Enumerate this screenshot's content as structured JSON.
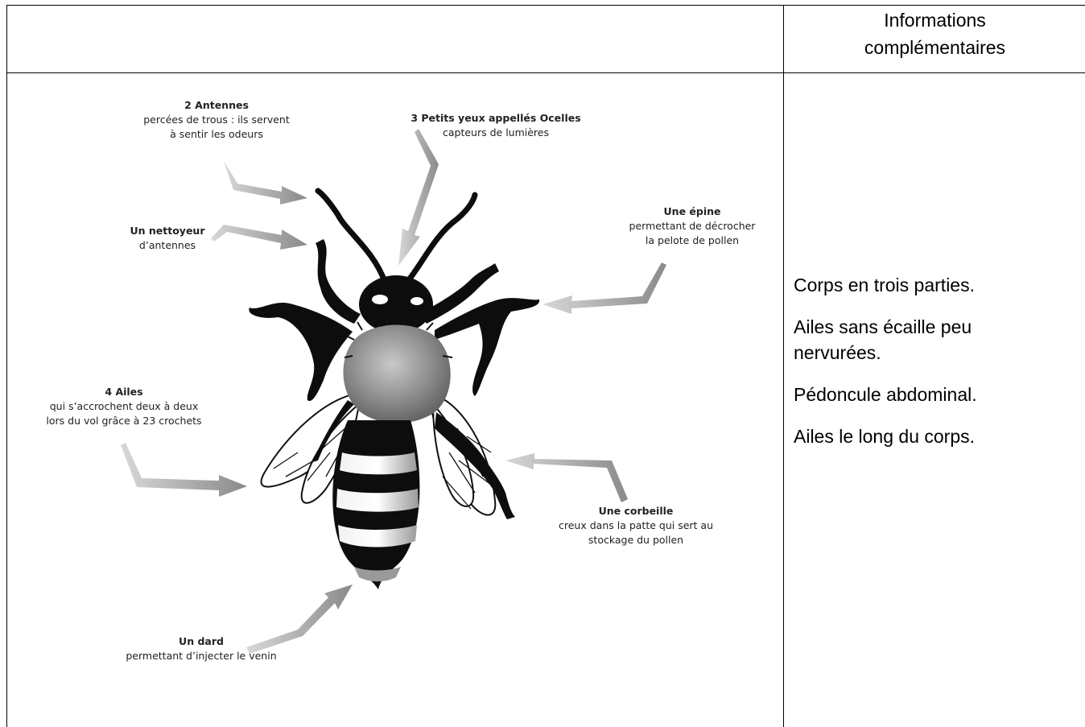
{
  "header": {
    "right_title_line1": "Informations",
    "right_title_line2": "complémentaires"
  },
  "diagram": {
    "labels": {
      "antennes": {
        "title": "2 Antennes",
        "line1": "percées de trous : ils servent",
        "line2": "à sentir les odeurs"
      },
      "ocelles": {
        "title": "3 Petits yeux appellés Ocelles",
        "line1": "capteurs de lumières"
      },
      "nettoyeur": {
        "title": "Un nettoyeur",
        "line1": "d’antennes"
      },
      "epine": {
        "title": "Une épine",
        "line1": "permettant de décrocher",
        "line2": "la pelote de pollen"
      },
      "ailes": {
        "title": "4 Ailes",
        "line1": "qui s’accrochent deux à deux",
        "line2": "lors du vol grâce à 23 crochets"
      },
      "corbeille": {
        "title": "Une corbeille",
        "line1": "creux dans la patte qui sert au",
        "line2": "stockage du pollen"
      },
      "dard": {
        "title": "Un dard",
        "line1": "permettant d’injecter le venin"
      }
    }
  },
  "info": {
    "items": [
      "Corps en trois parties.",
      "Ailes sans écaille peu nervurées.",
      "Pédoncule abdominal.",
      "Ailes le long du corps."
    ]
  },
  "colors": {
    "arrow": "#a8a8a8",
    "bee_black": "#0d0d0d",
    "thorax_gray": "#8c8c8c",
    "border": "#000000"
  }
}
